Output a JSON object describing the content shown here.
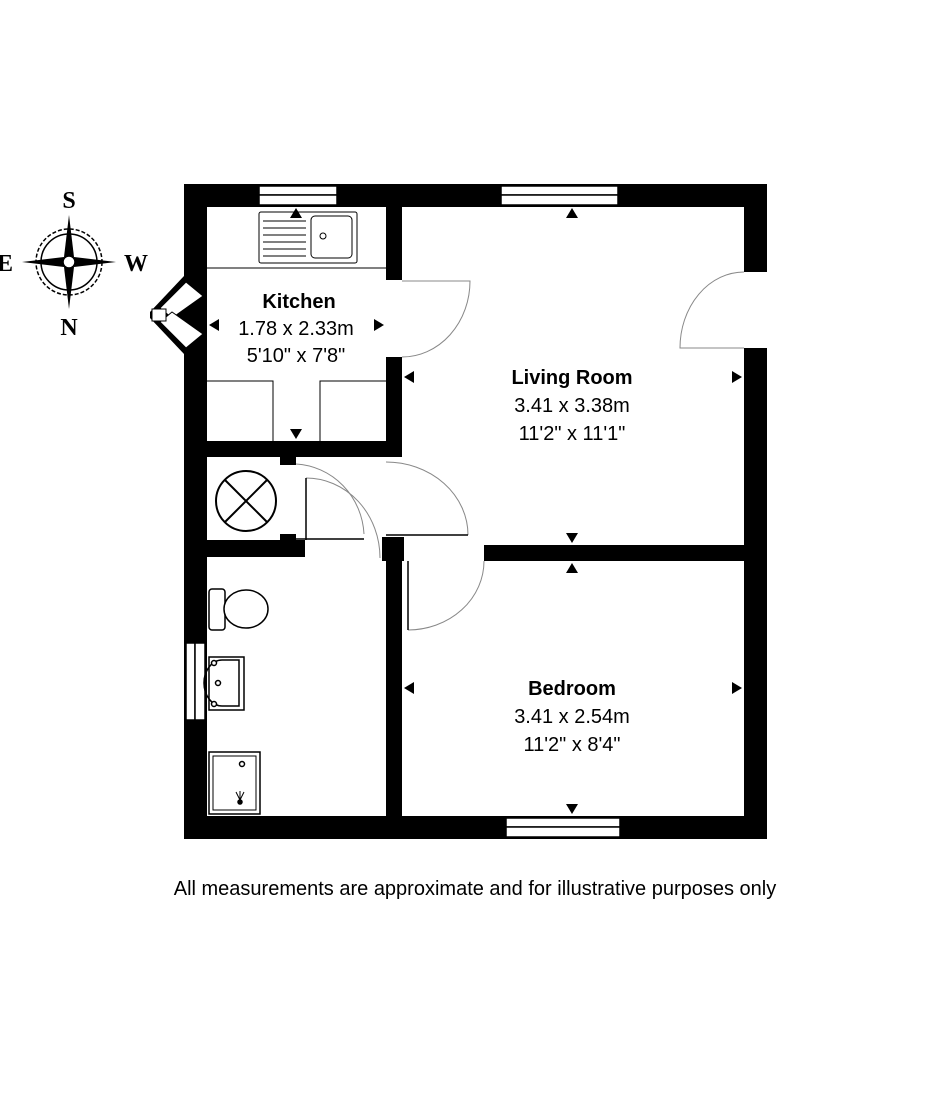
{
  "compass": {
    "top": "S",
    "left": "E",
    "right": "W",
    "bottom": "N"
  },
  "rooms": [
    {
      "name": "Kitchen",
      "metric": "1.78 x 2.33m",
      "imperial": "5'10\" x 7'8\""
    },
    {
      "name": "Living Room",
      "metric": "3.41 x 3.38m",
      "imperial": "11'2\" x 11'1\""
    },
    {
      "name": "Bedroom",
      "metric": "3.41 x 2.54m",
      "imperial": "11'2\" x 8'4\""
    }
  ],
  "footer": "All measurements are approximate and for illustrative purposes only",
  "colors": {
    "wall": "#000000",
    "background": "#ffffff",
    "door_arc": "#888888"
  }
}
